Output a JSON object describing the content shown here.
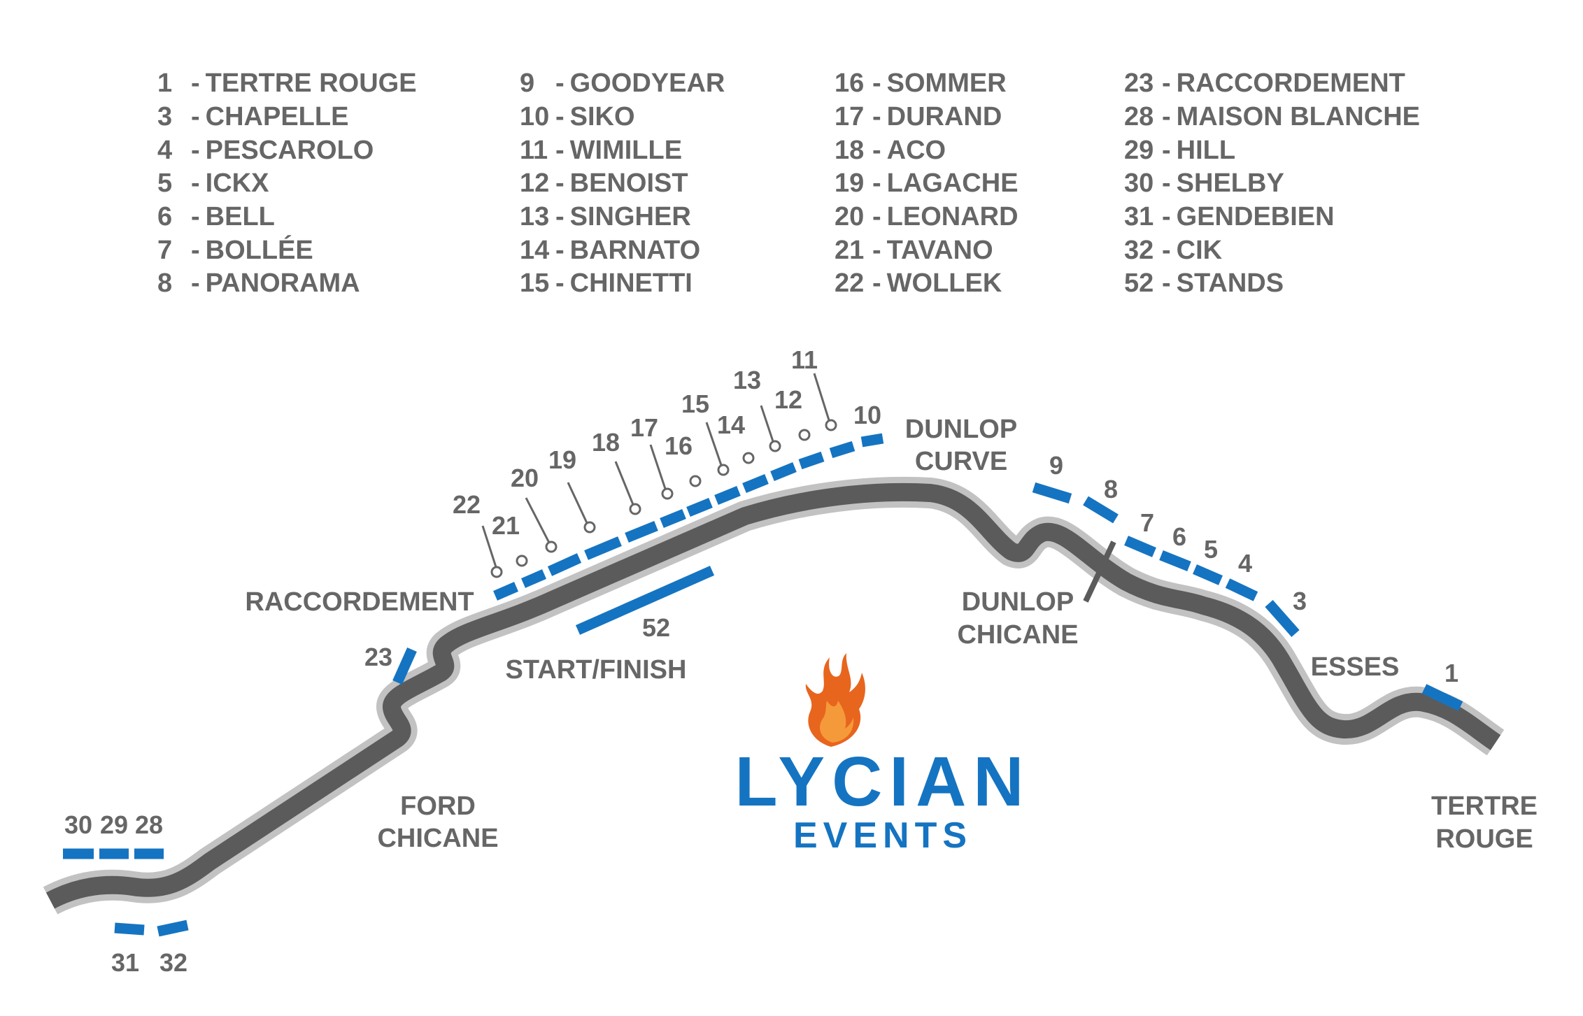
{
  "legend": {
    "columns": [
      [
        {
          "num": "1",
          "sep": "-",
          "name": "TERTRE ROUGE"
        },
        {
          "num": "3",
          "sep": "-",
          "name": "CHAPELLE"
        },
        {
          "num": "4",
          "sep": "-",
          "name": "PESCAROLO"
        },
        {
          "num": "5",
          "sep": "-",
          "name": "ICKX"
        },
        {
          "num": "6",
          "sep": "-",
          "name": "BELL"
        },
        {
          "num": "7",
          "sep": "-",
          "name": "BOLLÉE"
        },
        {
          "num": "8",
          "sep": "-",
          "name": "PANORAMA"
        }
      ],
      [
        {
          "num": "9",
          "sep": "-",
          "name": "GOODYEAR"
        },
        {
          "num": "10",
          "sep": "-",
          "name": "SIKO"
        },
        {
          "num": "11",
          "sep": "-",
          "name": "WIMILLE"
        },
        {
          "num": "12",
          "sep": "-",
          "name": "BENOIST"
        },
        {
          "num": "13",
          "sep": "-",
          "name": "SINGHER"
        },
        {
          "num": "14",
          "sep": "-",
          "name": "BARNATO"
        },
        {
          "num": "15",
          "sep": "-",
          "name": "CHINETTI"
        }
      ],
      [
        {
          "num": "16",
          "sep": "-",
          "name": "SOMMER"
        },
        {
          "num": "17",
          "sep": "-",
          "name": "DURAND"
        },
        {
          "num": "18",
          "sep": "-",
          "name": "ACO"
        },
        {
          "num": "19",
          "sep": "-",
          "name": "LAGACHE"
        },
        {
          "num": "20",
          "sep": "-",
          "name": "LEONARD"
        },
        {
          "num": "21",
          "sep": "-",
          "name": "TAVANO"
        },
        {
          "num": "22",
          "sep": "-",
          "name": "WOLLEK"
        }
      ],
      [
        {
          "num": "23",
          "sep": "-",
          "name": "RACCORDEMENT"
        },
        {
          "num": "28",
          "sep": "-",
          "name": "MAISON BLANCHE"
        },
        {
          "num": "29",
          "sep": "-",
          "name": "HILL"
        },
        {
          "num": "30",
          "sep": "-",
          "name": "SHELBY"
        },
        {
          "num": "31",
          "sep": "-",
          "name": "GENDEBIEN"
        },
        {
          "num": "32",
          "sep": "-",
          "name": "CIK"
        },
        {
          "num": "52",
          "sep": "-",
          "name": "STANDS"
        }
      ]
    ]
  },
  "areas": {
    "dunlop_curve": [
      "DUNLOP",
      "CURVE"
    ],
    "raccordement": "RACCORDEMENT",
    "dunlop_chicane": [
      "DUNLOP",
      "CHICANE"
    ],
    "start_finish": "START/FINISH",
    "esses": "ESSES",
    "ford_chicane": [
      "FORD",
      "CHICANE"
    ],
    "tertre_rouge": [
      "TERTRE",
      "ROUGE"
    ]
  },
  "markers": [
    "1",
    "3",
    "4",
    "5",
    "6",
    "7",
    "8",
    "9",
    "10",
    "11",
    "12",
    "13",
    "14",
    "15",
    "16",
    "17",
    "18",
    "19",
    "20",
    "21",
    "22",
    "23",
    "28",
    "29",
    "30",
    "31",
    "32",
    "52"
  ],
  "brand": {
    "name": "LYCIAN",
    "tagline": "EVENTS"
  },
  "colors": {
    "track_outer": "#c2c2c2",
    "track_inner": "#5b5b5b",
    "grandstand": "#1574c1",
    "text": "#666666",
    "flame_dark": "#e8651e",
    "flame_light": "#f59a3a"
  }
}
